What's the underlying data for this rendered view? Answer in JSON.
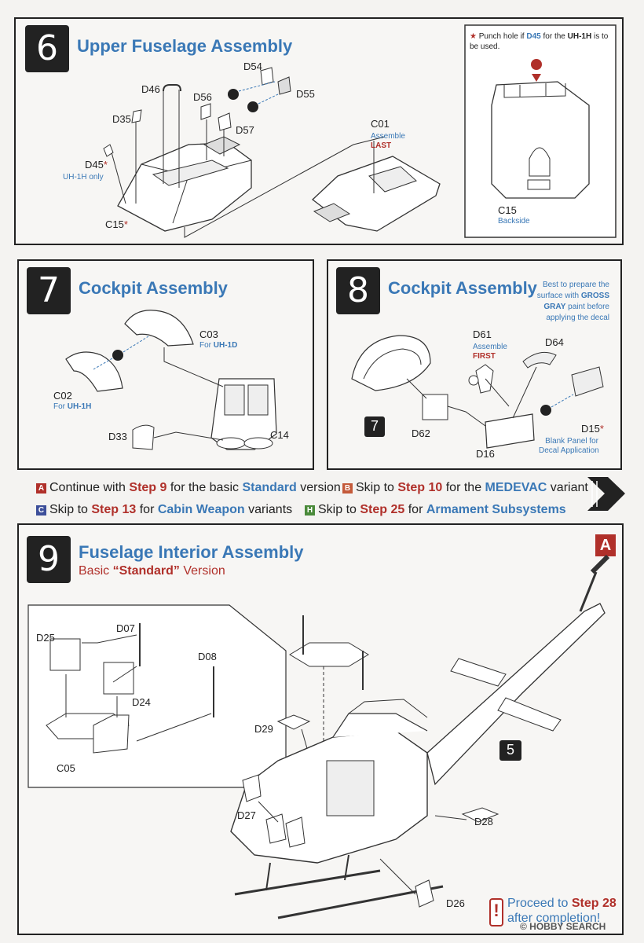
{
  "step6": {
    "number": "6",
    "title": "Upper Fuselage Assembly",
    "labels": {
      "d54": "D54",
      "d46": "D46",
      "d56": "D56",
      "d55": "D55",
      "d35": "D35",
      "d57": "D57",
      "d45": "D45",
      "d45_note": "UH-1H only",
      "c15": "C15",
      "c01": "C01",
      "c01_assemble": "Assemble",
      "c01_last": "LAST"
    },
    "inset": {
      "note_pre": "Punch hole if ",
      "note_part": "D45",
      "note_mid": " for the ",
      "note_model": "UH-1H",
      "note_post": " is to be used.",
      "c15": "C15",
      "backside": "Backside"
    }
  },
  "step7": {
    "number": "7",
    "title": "Cockpit Assembly",
    "labels": {
      "c03": "C03",
      "c03_for": "For ",
      "c03_model": "UH-1D",
      "c02": "C02",
      "c02_for": "For ",
      "c02_model": "UH-1H",
      "d33": "D33",
      "c14": "C14"
    }
  },
  "step8": {
    "number": "8",
    "title": "Cockpit Assembly",
    "paint_note_1": "Best to prepare the",
    "paint_note_2a": "surface with ",
    "paint_note_2b": "GROSS",
    "paint_note_3a": "GRAY",
    "paint_note_3b": " paint before",
    "paint_note_4": "applying the decal",
    "labels": {
      "d61": "D61",
      "d61_assemble": "Assemble",
      "d61_first": "FIRST",
      "d64": "D64",
      "d62": "D62",
      "d16": "D16",
      "d15": "D15",
      "d15_note1": "Blank Panel for",
      "d15_note2": "Decal Application",
      "ref7": "7"
    }
  },
  "nav": {
    "a": {
      "badge": "A",
      "t1": "Continue with ",
      "step": "Step 9",
      "t2": " for the basic ",
      "name": "Standard",
      "t3": " version"
    },
    "b": {
      "badge": "B",
      "t1": "Skip to ",
      "step": "Step 10",
      "t2": " for the ",
      "name": "MEDEVAC",
      "t3": " variant"
    },
    "c": {
      "badge": "C",
      "t1": "Skip to ",
      "step": "Step 13",
      "t2": " for ",
      "name": "Cabin Weapon",
      "t3": " variants"
    },
    "h": {
      "badge": "H",
      "t1": "Skip to ",
      "step": "Step 25",
      "t2": " for ",
      "name": "Armament Subsystems",
      "t3": ""
    }
  },
  "step9": {
    "number": "9",
    "title": "Fuselage Interior Assembly",
    "subtitle_pre": "Basic ",
    "subtitle_mid": "“Standard”",
    "subtitle_post": " Version",
    "corner_badge": "A",
    "labels": {
      "d25": "D25",
      "d07": "D07",
      "d08": "D08",
      "d24": "D24",
      "c05": "C05",
      "d29": "D29",
      "d27": "D27",
      "d28": "D28",
      "d26": "D26",
      "ref5": "5"
    },
    "proceed": {
      "icon": "!",
      "t1": "Proceed to ",
      "step": "Step 28",
      "t2": "after completion!"
    }
  },
  "watermark": "© HOBBY SEARCH",
  "colors": {
    "accent_blue": "#3a78b6",
    "accent_red": "#b0302a",
    "panel_border": "#222222"
  }
}
